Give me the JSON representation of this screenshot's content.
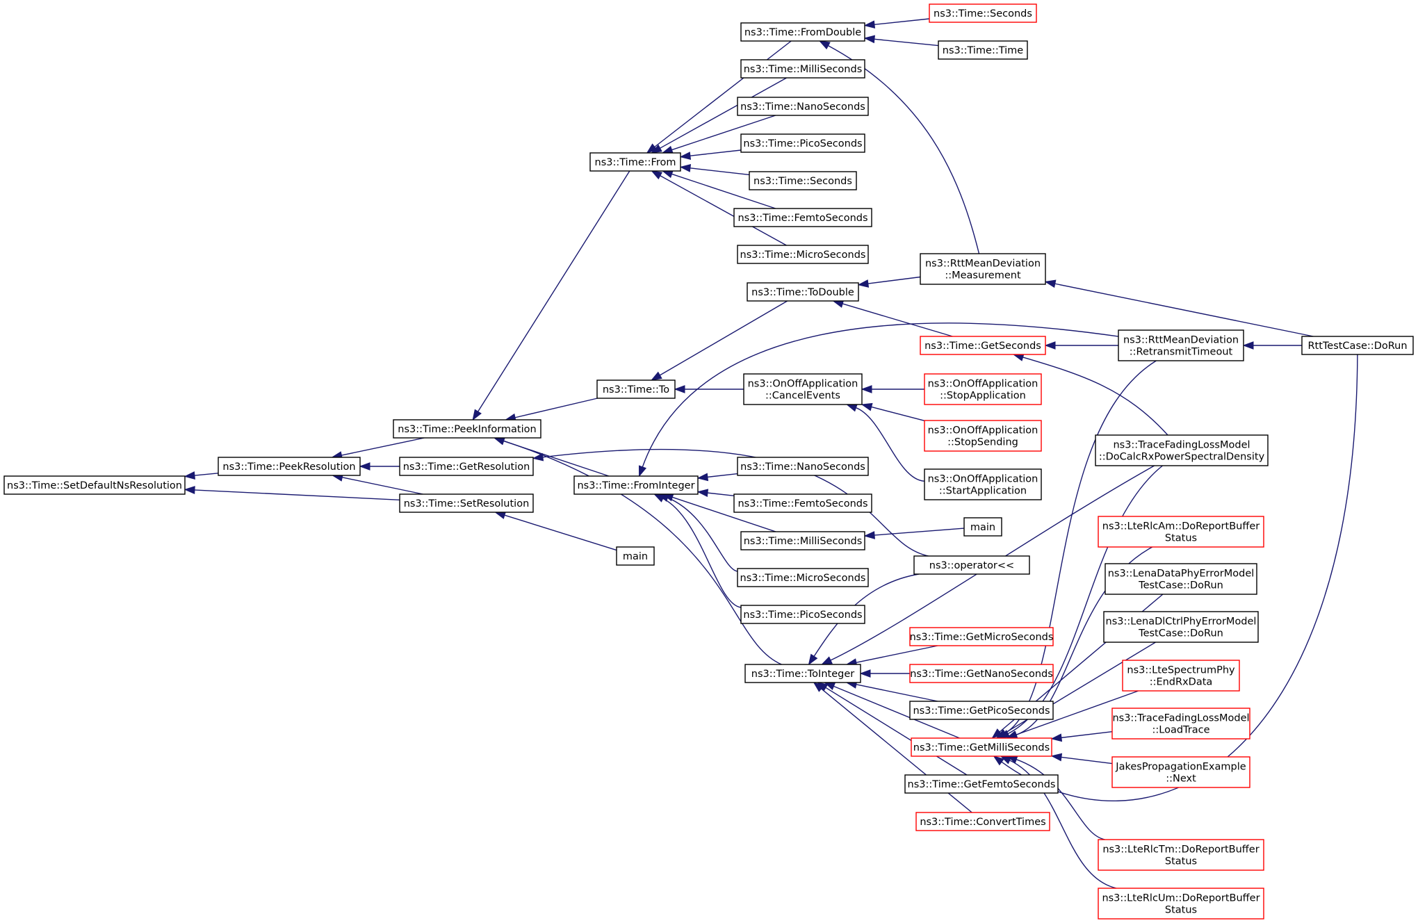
{
  "diagram": {
    "colors": {
      "edge": "#191970",
      "node_border_documented": "#000000",
      "node_border_undocumented": "#ff0000",
      "node_fill_root": "#bfbfbf",
      "node_fill": "#ffffff"
    },
    "nodes": [
      {
        "id": "root",
        "lines": [
          "ns3::Time::SetDefaultNsResolution"
        ],
        "style": "root"
      },
      {
        "id": "peekres",
        "lines": [
          "ns3::Time::PeekResolution"
        ],
        "style": "black"
      },
      {
        "id": "peekinfo",
        "lines": [
          "ns3::Time::PeekInformation"
        ],
        "style": "black"
      },
      {
        "id": "getres",
        "lines": [
          "ns3::Time::GetResolution"
        ],
        "style": "black"
      },
      {
        "id": "setres",
        "lines": [
          "ns3::Time::SetResolution"
        ],
        "style": "black"
      },
      {
        "id": "main1",
        "lines": [
          "main"
        ],
        "style": "black"
      },
      {
        "id": "from",
        "lines": [
          "ns3::Time::From"
        ],
        "style": "black"
      },
      {
        "id": "to",
        "lines": [
          "ns3::Time::To"
        ],
        "style": "black"
      },
      {
        "id": "fromint",
        "lines": [
          "ns3::Time::FromInteger"
        ],
        "style": "black"
      },
      {
        "id": "fromdbl",
        "lines": [
          "ns3::Time::FromDouble"
        ],
        "style": "black"
      },
      {
        "id": "f_milli",
        "lines": [
          "ns3::Time::MilliSeconds"
        ],
        "style": "black"
      },
      {
        "id": "f_nano",
        "lines": [
          "ns3::Time::NanoSeconds"
        ],
        "style": "black"
      },
      {
        "id": "f_pico",
        "lines": [
          "ns3::Time::PicoSeconds"
        ],
        "style": "black"
      },
      {
        "id": "f_sec",
        "lines": [
          "ns3::Time::Seconds"
        ],
        "style": "black"
      },
      {
        "id": "f_femto",
        "lines": [
          "ns3::Time::FemtoSeconds"
        ],
        "style": "black"
      },
      {
        "id": "f_micro",
        "lines": [
          "ns3::Time::MicroSeconds"
        ],
        "style": "black"
      },
      {
        "id": "fd_sec",
        "lines": [
          "ns3::Time::Seconds"
        ],
        "style": "red"
      },
      {
        "id": "fd_time",
        "lines": [
          "ns3::Time::Time"
        ],
        "style": "black"
      },
      {
        "id": "todbl",
        "lines": [
          "ns3::Time::ToDouble"
        ],
        "style": "black"
      },
      {
        "id": "rtt_meas",
        "lines": [
          "ns3::RttMeanDeviation",
          "::Measurement"
        ],
        "style": "black"
      },
      {
        "id": "getsec",
        "lines": [
          "ns3::Time::GetSeconds"
        ],
        "style": "red"
      },
      {
        "id": "rtt_retx",
        "lines": [
          "ns3::RttMeanDeviation",
          "::RetransmitTimeout"
        ],
        "style": "black"
      },
      {
        "id": "rtt_dorun",
        "lines": [
          "RttTestCase::DoRun"
        ],
        "style": "black"
      },
      {
        "id": "onoff_cancel",
        "lines": [
          "ns3::OnOffApplication",
          "::CancelEvents"
        ],
        "style": "black"
      },
      {
        "id": "onoff_stopapp",
        "lines": [
          "ns3::OnOffApplication",
          "::StopApplication"
        ],
        "style": "red"
      },
      {
        "id": "onoff_stopsend",
        "lines": [
          "ns3::OnOffApplication",
          "::StopSending"
        ],
        "style": "red"
      },
      {
        "id": "onoff_startapp",
        "lines": [
          "ns3::OnOffApplication",
          "::StartApplication"
        ],
        "style": "black"
      },
      {
        "id": "trace_psd",
        "lines": [
          "ns3::TraceFadingLossModel",
          "::DoCalcRxPowerSpectralDensity"
        ],
        "style": "black"
      },
      {
        "id": "fi_nano",
        "lines": [
          "ns3::Time::NanoSeconds"
        ],
        "style": "black"
      },
      {
        "id": "fi_femto",
        "lines": [
          "ns3::Time::FemtoSeconds"
        ],
        "style": "black"
      },
      {
        "id": "fi_milli",
        "lines": [
          "ns3::Time::MilliSeconds"
        ],
        "style": "black"
      },
      {
        "id": "fi_micro",
        "lines": [
          "ns3::Time::MicroSeconds"
        ],
        "style": "black"
      },
      {
        "id": "fi_pico",
        "lines": [
          "ns3::Time::PicoSeconds"
        ],
        "style": "black"
      },
      {
        "id": "main2",
        "lines": [
          "main"
        ],
        "style": "black"
      },
      {
        "id": "op_out",
        "lines": [
          "ns3::operator<<"
        ],
        "style": "black"
      },
      {
        "id": "toint",
        "lines": [
          "ns3::Time::ToInteger"
        ],
        "style": "black"
      },
      {
        "id": "getmicro",
        "lines": [
          "ns3::Time::GetMicroSeconds"
        ],
        "style": "red"
      },
      {
        "id": "getnano",
        "lines": [
          "ns3::Time::GetNanoSeconds"
        ],
        "style": "red"
      },
      {
        "id": "getpico",
        "lines": [
          "ns3::Time::GetPicoSeconds"
        ],
        "style": "black"
      },
      {
        "id": "getmilli",
        "lines": [
          "ns3::Time::GetMilliSeconds"
        ],
        "style": "red"
      },
      {
        "id": "getfemto",
        "lines": [
          "ns3::Time::GetFemtoSeconds"
        ],
        "style": "black"
      },
      {
        "id": "convert",
        "lines": [
          "ns3::Time::ConvertTimes"
        ],
        "style": "red"
      },
      {
        "id": "rlcam",
        "lines": [
          "ns3::LteRlcAm::DoReportBuffer",
          "Status"
        ],
        "style": "red"
      },
      {
        "id": "lena_data",
        "lines": [
          "ns3::LenaDataPhyErrorModel",
          "TestCase::DoRun"
        ],
        "style": "black"
      },
      {
        "id": "lena_dl",
        "lines": [
          "ns3::LenaDlCtrlPhyErrorModel",
          "TestCase::DoRun"
        ],
        "style": "black"
      },
      {
        "id": "lte_phy",
        "lines": [
          "ns3::LteSpectrumPhy",
          "::EndRxData"
        ],
        "style": "red"
      },
      {
        "id": "trace_load",
        "lines": [
          "ns3::TraceFadingLossModel",
          "::LoadTrace"
        ],
        "style": "red"
      },
      {
        "id": "jakes",
        "lines": [
          "JakesPropagationExample",
          "::Next"
        ],
        "style": "red"
      },
      {
        "id": "rlctm",
        "lines": [
          "ns3::LteRlcTm::DoReportBuffer",
          "Status"
        ],
        "style": "red"
      },
      {
        "id": "rlcum",
        "lines": [
          "ns3::LteRlcUm::DoReportBuffer",
          "Status"
        ],
        "style": "red"
      }
    ],
    "edges": [
      {
        "from": "peekres",
        "to": "root"
      },
      {
        "from": "setres",
        "to": "root"
      },
      {
        "from": "peekinfo",
        "to": "peekres"
      },
      {
        "from": "getres",
        "to": "peekres"
      },
      {
        "from": "setres",
        "to": "peekres"
      },
      {
        "from": "main1",
        "to": "setres"
      },
      {
        "from": "from",
        "to": "peekinfo"
      },
      {
        "from": "to",
        "to": "peekinfo"
      },
      {
        "from": "fromint",
        "to": "peekinfo"
      },
      {
        "from": "toint",
        "to": "peekinfo"
      },
      {
        "from": "fromdbl",
        "to": "from"
      },
      {
        "from": "f_milli",
        "to": "from"
      },
      {
        "from": "f_nano",
        "to": "from"
      },
      {
        "from": "f_pico",
        "to": "from"
      },
      {
        "from": "f_sec",
        "to": "from"
      },
      {
        "from": "f_femto",
        "to": "from"
      },
      {
        "from": "f_micro",
        "to": "from"
      },
      {
        "from": "fd_sec",
        "to": "fromdbl"
      },
      {
        "from": "fd_time",
        "to": "fromdbl"
      },
      {
        "from": "rtt_meas",
        "to": "fromdbl"
      },
      {
        "from": "todbl",
        "to": "to"
      },
      {
        "from": "onoff_cancel",
        "to": "to"
      },
      {
        "from": "rtt_meas",
        "to": "todbl"
      },
      {
        "from": "getsec",
        "to": "todbl"
      },
      {
        "from": "rtt_dorun",
        "to": "rtt_meas"
      },
      {
        "from": "rtt_retx",
        "to": "getsec"
      },
      {
        "from": "trace_psd",
        "to": "getsec"
      },
      {
        "from": "rtt_dorun",
        "to": "rtt_retx"
      },
      {
        "from": "rtt_retx",
        "to": "fromint"
      },
      {
        "from": "onoff_stopapp",
        "to": "onoff_cancel"
      },
      {
        "from": "onoff_stopsend",
        "to": "onoff_cancel"
      },
      {
        "from": "onoff_startapp",
        "to": "onoff_cancel"
      },
      {
        "from": "op_out",
        "to": "getres"
      },
      {
        "from": "fi_nano",
        "to": "fromint"
      },
      {
        "from": "fi_femto",
        "to": "fromint"
      },
      {
        "from": "fi_milli",
        "to": "fromint"
      },
      {
        "from": "fi_micro",
        "to": "fromint"
      },
      {
        "from": "fi_pico",
        "to": "fromint"
      },
      {
        "from": "main2",
        "to": "fi_milli"
      },
      {
        "from": "op_out",
        "to": "toint"
      },
      {
        "from": "trace_psd",
        "to": "toint"
      },
      {
        "from": "getmicro",
        "to": "toint"
      },
      {
        "from": "getnano",
        "to": "toint"
      },
      {
        "from": "getpico",
        "to": "toint"
      },
      {
        "from": "getmilli",
        "to": "toint"
      },
      {
        "from": "getfemto",
        "to": "toint"
      },
      {
        "from": "convert",
        "to": "toint"
      },
      {
        "from": "rtt_retx",
        "to": "getmilli"
      },
      {
        "from": "trace_psd",
        "to": "getmilli"
      },
      {
        "from": "rlcam",
        "to": "getmilli"
      },
      {
        "from": "lena_data",
        "to": "getmilli"
      },
      {
        "from": "lena_dl",
        "to": "getmilli"
      },
      {
        "from": "lte_phy",
        "to": "getmilli"
      },
      {
        "from": "trace_load",
        "to": "getmilli"
      },
      {
        "from": "jakes",
        "to": "getmilli"
      },
      {
        "from": "rtt_dorun",
        "to": "getmilli"
      },
      {
        "from": "rlctm",
        "to": "getmilli"
      },
      {
        "from": "rlcum",
        "to": "getmilli"
      }
    ]
  }
}
